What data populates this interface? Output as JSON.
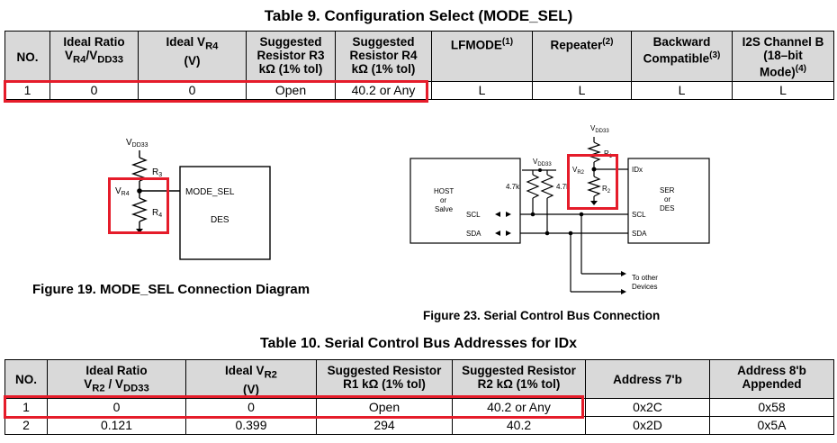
{
  "table9": {
    "title": "Table 9.  Configuration Select (MODE_SEL)",
    "headers": {
      "no": "NO.",
      "ratio_a": "Ideal Ratio",
      "ratio_v1": "V",
      "ratio_v1_sub": "R4",
      "ratio_sep": "/V",
      "ratio_v2_sub": "DD33",
      "ideal_a": "Ideal V",
      "ideal_sub": "R4",
      "ideal_unit": "(V)",
      "r3_a": "Suggested",
      "r3_b": "Resistor R3",
      "r3_c": "kΩ (1% tol)",
      "r4_a": "Suggested",
      "r4_b": "Resistor R4",
      "r4_c": "kΩ (1% tol)",
      "lfmode": "LFMODE",
      "lfmode_note": "(1)",
      "repeater": "Repeater",
      "repeater_note": "(2)",
      "backward_a": "Backward",
      "backward_b": "Compatible",
      "backward_note": "(3)",
      "i2s_a": "I2S Channel B",
      "i2s_b": "(18–bit",
      "i2s_c": "Mode)",
      "i2s_note": "(4)"
    },
    "row": [
      "1",
      "0",
      "0",
      "Open",
      "40.2 or Any",
      "L",
      "L",
      "L",
      "L"
    ]
  },
  "fig19": {
    "caption": "Figure 19.  MODE_SEL Connection Diagram",
    "vdd": "V",
    "vdd_sub": "DD33",
    "r3": "R",
    "r3_sub": "3",
    "vr4": "V",
    "vr4_sub": "R4",
    "r4": "R",
    "r4_sub": "4",
    "mode_sel": "MODE_SEL",
    "des": "DES"
  },
  "fig23": {
    "caption": "Figure 23.  Serial Control Bus Connection",
    "host_a": "HOST",
    "host_b": "or",
    "host_c": "Salve",
    "scl": "SCL",
    "sda": "SDA",
    "vdd_a": "V",
    "vdd_a_sub": "DD33",
    "vdd_b": "V",
    "vdd_b_sub": "DD33",
    "pull1": "4.7k",
    "pull2": "4.7k",
    "r1": "R",
    "r1_sub": "1",
    "vr2": "V",
    "vr2_sub": "R2",
    "r2": "R",
    "r2_sub": "2",
    "idx": "IDx",
    "ser_a": "SER",
    "ser_b": "or",
    "ser_c": "DES",
    "scl_r": "SCL",
    "sda_r": "SDA",
    "other_a": "To other",
    "other_b": "Devices"
  },
  "table10": {
    "title": "Table 10.  Serial Control Bus Addresses for IDx",
    "headers": {
      "no": "NO.",
      "ratio_a": "Ideal Ratio",
      "ratio_v1": "V",
      "ratio_v1_sub": "R2",
      "ratio_sep": " / V",
      "ratio_v2_sub": "DD33",
      "ideal_a": "Ideal V",
      "ideal_sub": "R2",
      "ideal_unit": "(V)",
      "r1_a": "Suggested Resistor",
      "r1_b": "R1 kΩ (1% tol)",
      "r2_a": "Suggested Resistor",
      "r2_b": "R2 kΩ (1% tol)",
      "addr7": "Address 7'b",
      "addr8_a": "Address 8'b",
      "addr8_b": "Appended"
    },
    "rows": [
      [
        "1",
        "0",
        "0",
        "Open",
        "40.2 or Any",
        "0x2C",
        "0x58"
      ],
      [
        "2",
        "0.121",
        "0.399",
        "294",
        "40.2",
        "0x2D",
        "0x5A"
      ]
    ]
  }
}
